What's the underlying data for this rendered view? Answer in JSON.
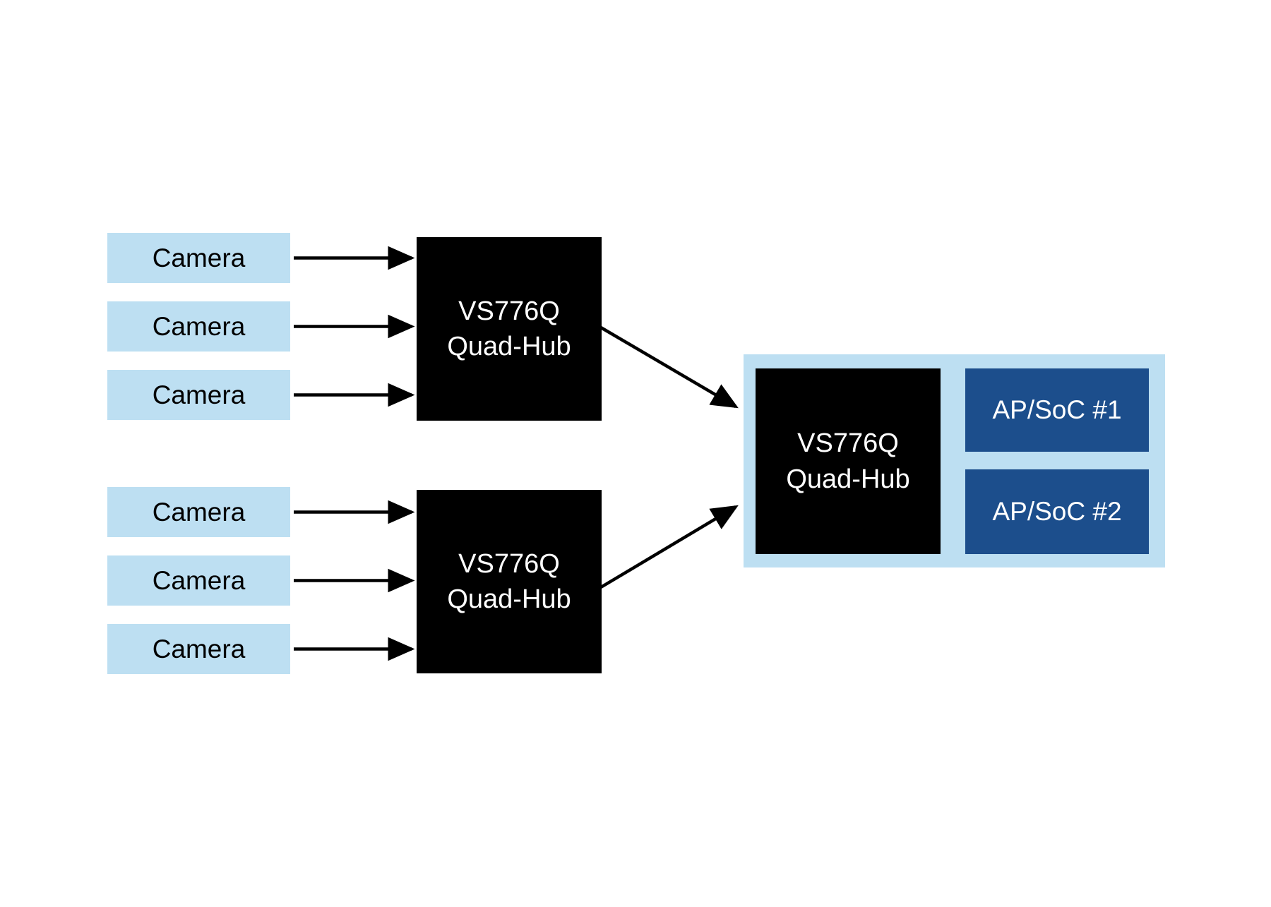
{
  "diagram": {
    "background_color": "#ffffff",
    "colors": {
      "camera_box_fill": "#BDDFF2",
      "hub_box_fill": "#000000",
      "soc_panel_fill": "#BDDFF2",
      "ap_box_fill": "#1C4E8C",
      "arrow_color": "#000000",
      "camera_text_color": "#000000",
      "hub_text_color": "#ffffff",
      "ap_text_color": "#ffffff"
    },
    "cameras": [
      {
        "label": "Camera"
      },
      {
        "label": "Camera"
      },
      {
        "label": "Camera"
      },
      {
        "label": "Camera"
      },
      {
        "label": "Camera"
      },
      {
        "label": "Camera"
      }
    ],
    "hubs": [
      {
        "line1": "VS776Q",
        "line2": "Quad-Hub"
      },
      {
        "line1": "VS776Q",
        "line2": "Quad-Hub"
      },
      {
        "line1": "VS776Q",
        "line2": "Quad-Hub"
      }
    ],
    "ap_socs": [
      {
        "label": "AP/SoC #1"
      },
      {
        "label": "AP/SoC #2"
      }
    ]
  }
}
